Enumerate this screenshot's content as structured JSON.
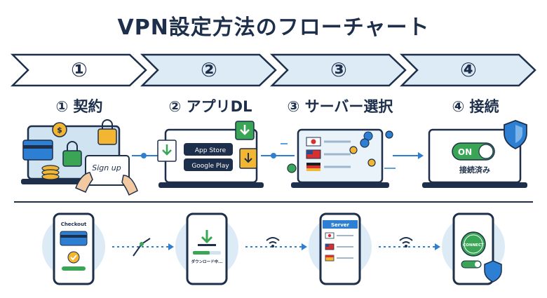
{
  "title": "VPN設定方法のフローチャート",
  "steps": [
    {
      "num": "①",
      "label": "① 契約"
    },
    {
      "num": "②",
      "label": "② アプリDL"
    },
    {
      "num": "③",
      "label": "③ サーバー選択"
    },
    {
      "num": "④",
      "label": "④ 接続"
    }
  ],
  "laptop1": {
    "signature": "Sign up"
  },
  "laptop2": {
    "app_store": "App Store",
    "google_play": "Google Play"
  },
  "laptop4": {
    "toggle": "ON",
    "status": "接続済み"
  },
  "phone1": {
    "header": "Checkout"
  },
  "phone2": {
    "caption": "ダウンロード中..."
  },
  "phone3": {
    "header": "Server"
  },
  "phone4": {
    "button": "CONNECT"
  },
  "colors": {
    "navy": "#1d2f4a",
    "light_blue": "#dcebf5",
    "accent_blue": "#2d7fd3",
    "green": "#3aa655",
    "gold": "#f2b632"
  }
}
